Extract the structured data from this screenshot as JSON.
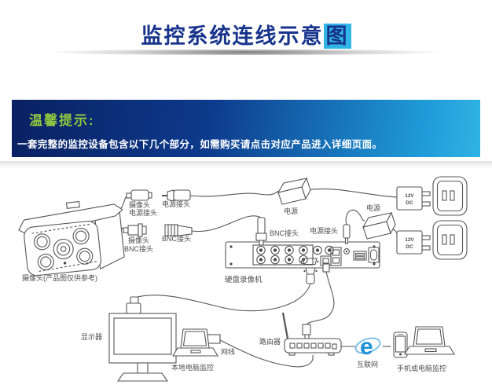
{
  "title": {
    "text": "监控系统连线示意",
    "highlight": "图"
  },
  "banner": {
    "heading": "温馨提示:",
    "body": "一套完整的监控设备包含以下几个部分，如需购买请点击对应产品进入详细页面。"
  },
  "diagram": {
    "camera_label": "摄像头(产品图仅供参考)",
    "cam_power_label_1": "摄像头",
    "cam_power_label_2": "电源接头",
    "power_plug_label": "电源接头",
    "cam_bnc_label_1": "摄像头",
    "cam_bnc_label_2": "BNC接头",
    "bnc_plug_label": "BNC接头",
    "psu1_label": "电源",
    "psu2_label": "电源",
    "dvr_bnc_label": "BNC接头",
    "dvr_power_label": "电源接头",
    "adapter_line1": "12V",
    "adapter_line2": "DC",
    "dvr_label": "硬盘录像机",
    "monitor_label": "显示器",
    "local_pc_label": "本地电脑监控",
    "lan_cable_label": "网线",
    "router_label": "路由器",
    "internet_label": "互联网",
    "internet_icon_letter": "e",
    "remote_label": "手机或电脑监控"
  },
  "colors": {
    "title": "#17338b",
    "title_highlight_bg": "#31b5e6",
    "banner_from": "#0a2162",
    "banner_to": "#2fb3e4",
    "tip_heading": "#8fc640",
    "line_art": "#565656",
    "ie_blue": "#1f8fd6"
  }
}
